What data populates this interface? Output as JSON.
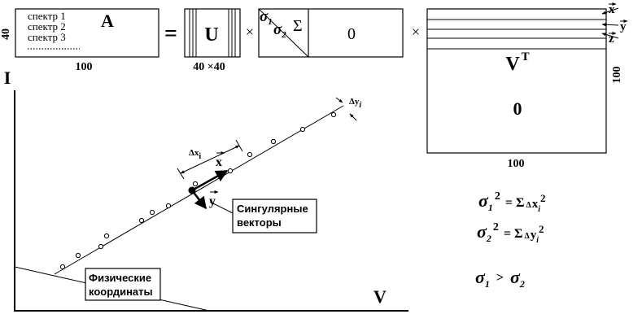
{
  "matrices": {
    "a": {
      "label": "A",
      "rows_label": "40",
      "cols_label": "100",
      "lines": [
        "спектр 1",
        "спектр 2",
        "спектр 3"
      ]
    },
    "eq": "=",
    "u": {
      "label": "U",
      "size_label": "40 ×40"
    },
    "times": "×",
    "sigma": {
      "s1": "σ",
      "s1_sub": "1",
      "s2": "σ",
      "s2_sub": "2",
      "sum": "Σ",
      "zero": "0"
    },
    "vt": {
      "label": "V",
      "label_sup": "T",
      "zero": "0",
      "rows_label": "100",
      "cols_label": "100",
      "row_labels": [
        "x",
        "y",
        "z"
      ]
    }
  },
  "plot": {
    "ylabel": "I",
    "xlabel": "V",
    "delta_x": "Δx",
    "delta_x_sub": "i",
    "delta_y": "Δy",
    "delta_y_sub": "i",
    "vec_x": "x",
    "vec_y": "y",
    "callout_singular": [
      "Сингулярные",
      "векторы"
    ],
    "callout_physical": [
      "Физические",
      "координаты"
    ]
  },
  "formulas": {
    "f1": {
      "left": "σ",
      "left_sub": "1",
      "pow": "2",
      "rest": "= Σ",
      "d": "Δ",
      "var": "x",
      "var_sub": "i",
      "var_pow": "2"
    },
    "f2": {
      "left": "σ",
      "left_sub": "2",
      "pow": "2",
      "rest": "= Σ",
      "d": "Δ",
      "var": "y",
      "var_sub": "i",
      "var_pow": "2"
    },
    "f3": {
      "a": "σ",
      "a_sub": "1",
      "op": ">",
      "b": "σ",
      "b_sub": "2"
    }
  },
  "colors": {
    "ink": "#000000",
    "paper": "#ffffff"
  }
}
